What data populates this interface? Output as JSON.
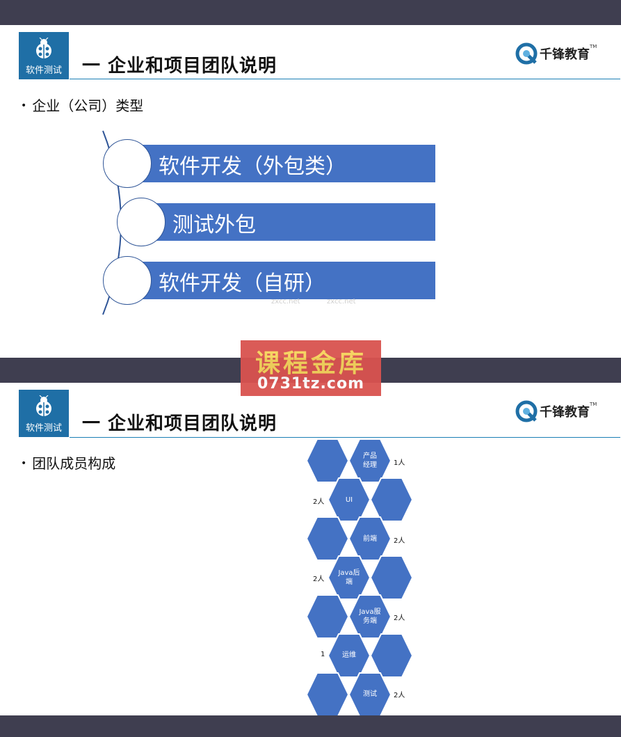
{
  "slide1": {
    "logo_caption": "软件测试",
    "title": "一  企业和项目团队说明",
    "brand": "千锋教育",
    "brand_tm": "TM",
    "bullet": "企业（公司）类型",
    "items": [
      {
        "label": "软件开发（外包类）"
      },
      {
        "label": "测试外包"
      },
      {
        "label": "软件开发（自研）"
      }
    ]
  },
  "slide2": {
    "logo_caption": "软件测试",
    "title": "一  企业和项目团队说明",
    "brand": "千锋教育",
    "brand_tm": "TM",
    "bullet": "团队成员构成",
    "roles": [
      {
        "label": "产品经理",
        "line1": "产品",
        "line2": "经理",
        "count": "1人"
      },
      {
        "label": "UI",
        "line1": "UI",
        "line2": "",
        "count": "2人"
      },
      {
        "label": "前端",
        "line1": "前端",
        "line2": "",
        "count": "2人"
      },
      {
        "label": "Java后端",
        "line1": "Java后",
        "line2": "端",
        "count": "2人"
      },
      {
        "label": "Java服务端",
        "line1": "Java服",
        "line2": "务端",
        "count": "2人"
      },
      {
        "label": "运维",
        "line1": "运维",
        "line2": "",
        "count": "1"
      },
      {
        "label": "测试",
        "line1": "测试",
        "line2": "",
        "count": "2人"
      }
    ]
  },
  "watermark": {
    "line1": "课程金库",
    "line2": "0731tz.com",
    "faint": "zxcc.net"
  },
  "colors": {
    "band": "#3f3e50",
    "accent": "#4472c4",
    "logo": "#1f6fa6"
  }
}
